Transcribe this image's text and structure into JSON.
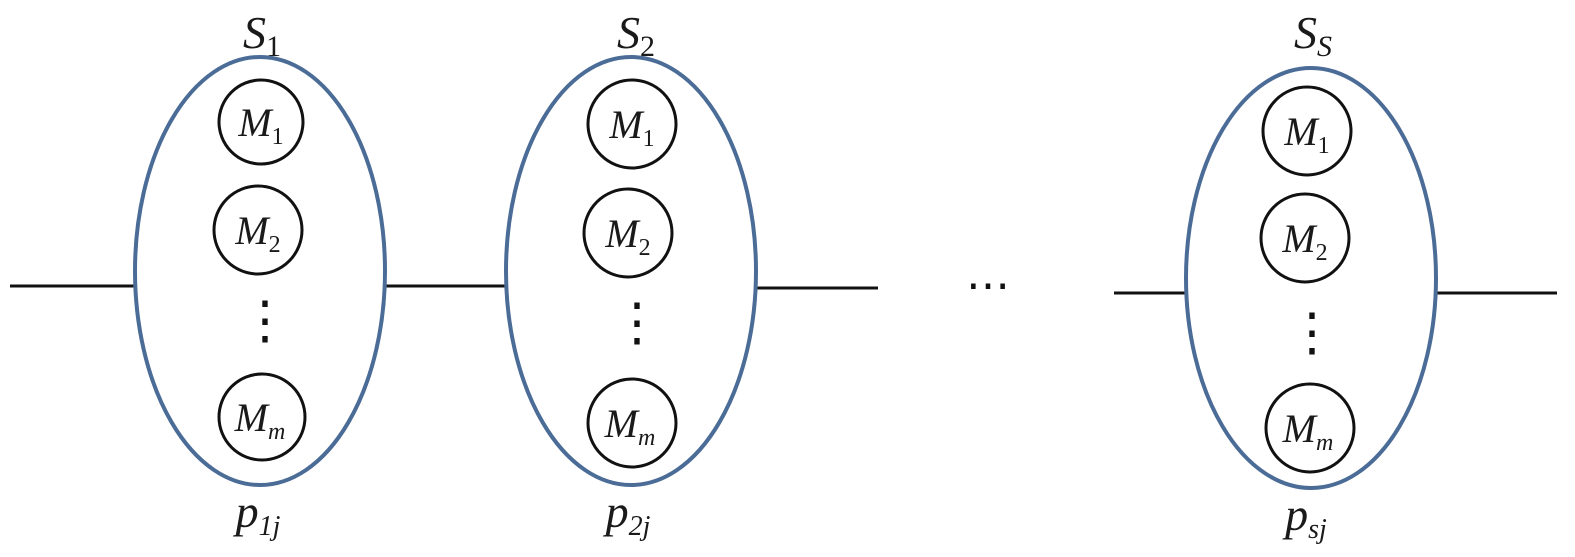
{
  "diagram": {
    "stages": [
      {
        "label": "S",
        "label_sub": "1",
        "label_sub_italic": false,
        "prob": "p",
        "prob_sub": "1j",
        "machines": [
          {
            "label": "M",
            "sub": "1",
            "sub_italic": false
          },
          {
            "label": "M",
            "sub": "2",
            "sub_italic": false
          },
          {
            "label": "M",
            "sub": "m",
            "sub_italic": true
          }
        ],
        "vdots": "⋮"
      },
      {
        "label": "S",
        "label_sub": "2",
        "label_sub_italic": false,
        "prob": "p",
        "prob_sub": "2j",
        "machines": [
          {
            "label": "M",
            "sub": "1",
            "sub_italic": false
          },
          {
            "label": "M",
            "sub": "2",
            "sub_italic": false
          },
          {
            "label": "M",
            "sub": "m",
            "sub_italic": true
          }
        ],
        "vdots": "⋮"
      },
      {
        "label": "S",
        "label_sub": "S",
        "label_sub_italic": true,
        "prob": "p",
        "prob_sub": "sj",
        "machines": [
          {
            "label": "M",
            "sub": "1",
            "sub_italic": false
          },
          {
            "label": "M",
            "sub": "2",
            "sub_italic": false
          },
          {
            "label": "M",
            "sub": "m",
            "sub_italic": true
          }
        ],
        "vdots": "⋮"
      }
    ],
    "ellipsis": "⋯",
    "colors": {
      "stage_outline": "#4a6c96",
      "machine_outline": "#111111",
      "connector": "#111111"
    }
  }
}
